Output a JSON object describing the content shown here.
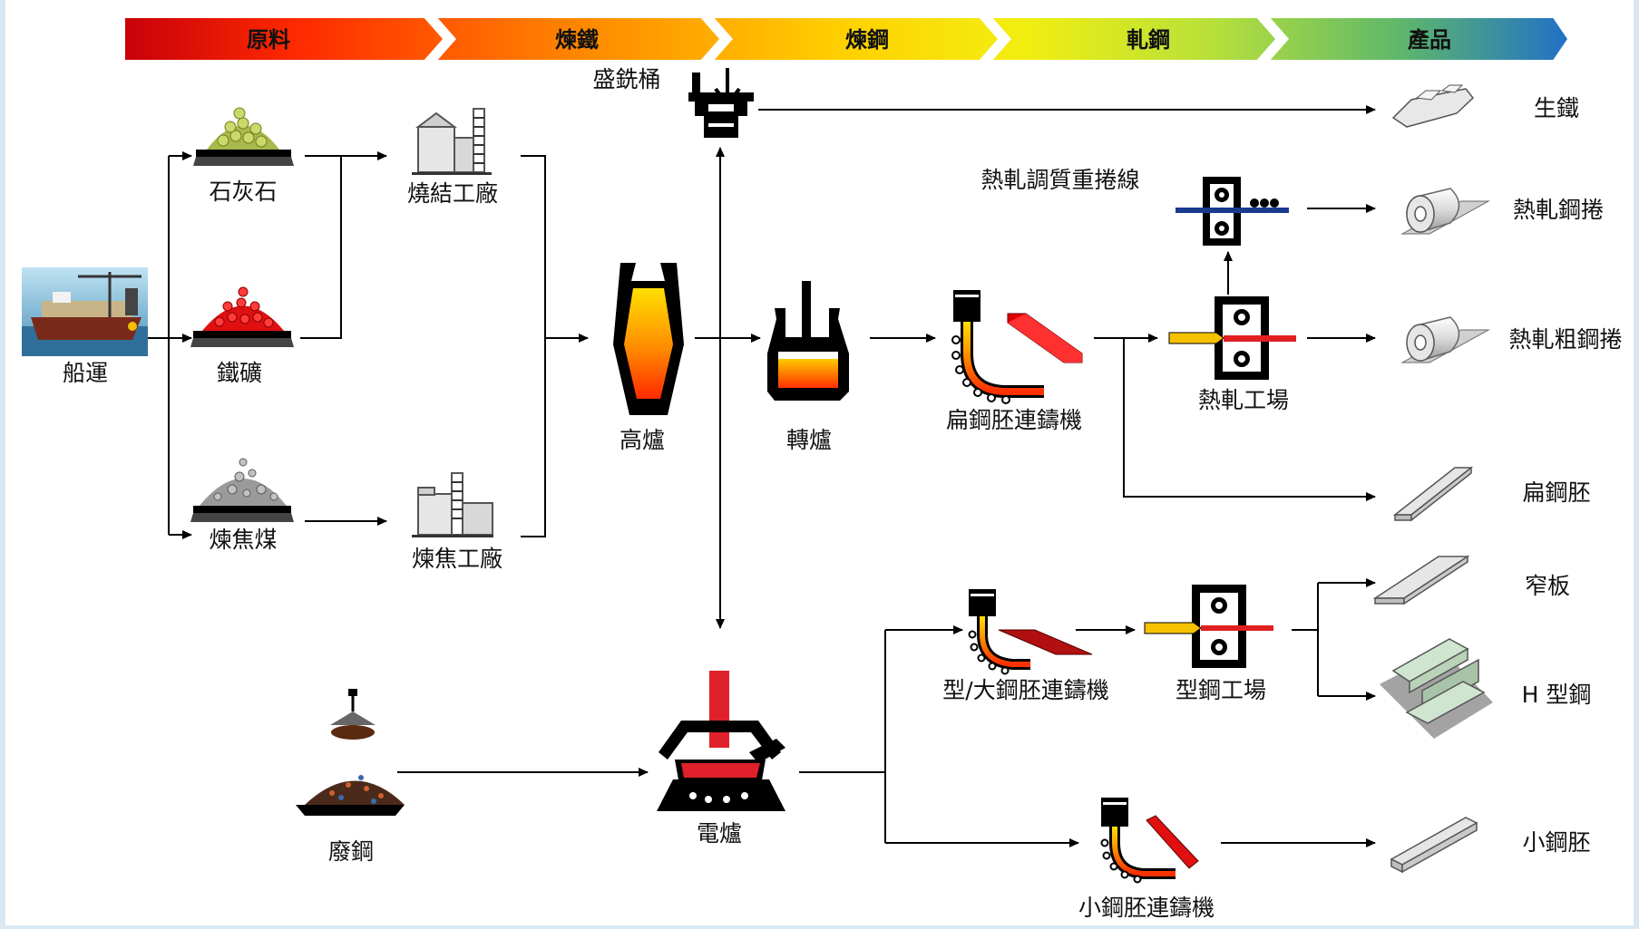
{
  "stages": [
    "原料",
    "煉鐵",
    "煉鋼",
    "軋鋼",
    "產品"
  ],
  "nodes": {
    "ship": "船運",
    "limestone": "石灰石",
    "iron_ore": "鐵礦",
    "coking_coal": "煉焦煤",
    "sinter_plant": "燒結工廠",
    "coke_plant": "煉焦工廠",
    "blast_furnace": "高爐",
    "hot_metal_ladle": "盛銑桶",
    "converter": "轉爐",
    "slab_caster": "扁鋼胚連鑄機",
    "hot_rolling_mill": "熱軋工場",
    "temper_line": "熱軋調質重捲線",
    "scrap": "廢鋼",
    "eaf": "電爐",
    "bloom_caster": "型/大鋼胚連鑄機",
    "section_mill": "型鋼工場",
    "billet_caster": "小鋼胚連鑄機"
  },
  "products": {
    "pig_iron": "生鐵",
    "hr_coil": "熱軋鋼捲",
    "hr_black_coil": "熱軋粗鋼捲",
    "slab": "扁鋼胚",
    "narrow_plate": "窄板",
    "h_beam": "H 型鋼",
    "billet": "小鋼胚"
  },
  "colors": {
    "stage_gradient": [
      "#c8000a",
      "#ff2a00",
      "#ff8a00",
      "#ffd200",
      "#f2ee10",
      "#b8e03a",
      "#5fb86a",
      "#1f6fc8"
    ],
    "page_border": "#d9e8f3"
  }
}
